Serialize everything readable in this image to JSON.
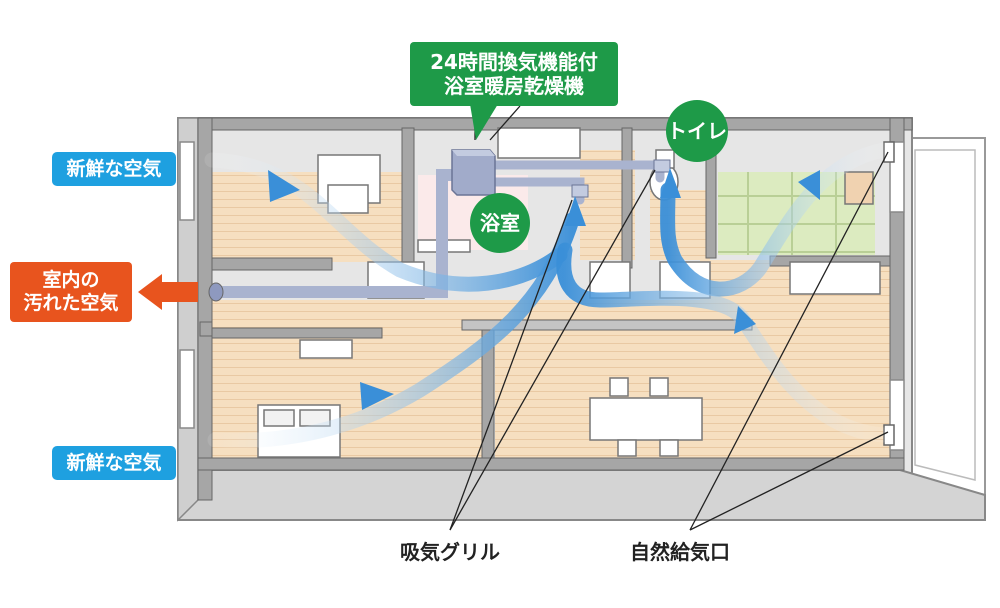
{
  "labels": {
    "fresh_air_top": "新鮮な空気",
    "fresh_air_bottom": "新鮮な空気",
    "dirty_air_line1": "室内の",
    "dirty_air_line2": "汚れた空気",
    "fan_line1": "24時間換気機能付",
    "fan_line2": "浴室暖房乾燥機",
    "bathroom": "浴室",
    "toilet": "トイレ",
    "intake_grille": "吸気グリル",
    "natural_inlet": "自然給気口"
  },
  "colors": {
    "label_blue": "#1ea0e0",
    "label_orange": "#e8541e",
    "label_green": "#1e9a48",
    "floor_wood": "#f6dfc0",
    "tatami": "#dcebc0",
    "wall": "#a6a6a6",
    "duct": "#a9b3cf",
    "air_flow": "#3a8fd8"
  }
}
